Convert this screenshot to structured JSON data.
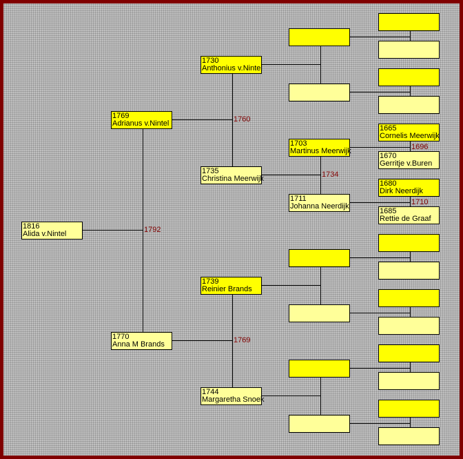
{
  "colors": {
    "male": "#ffff00",
    "female": "#ffff99",
    "border": "#800000",
    "marriage_year": "#800000"
  },
  "generations": [
    [
      {
        "year": "1816",
        "name": "Alida v.Nintel",
        "color": "#ffff99",
        "marriage": "1792"
      }
    ],
    [
      {
        "year": "1769",
        "name": "Adrianus v.Nintel",
        "color": "#ffff00",
        "marriage": "1760"
      },
      {
        "year": "1770",
        "name": "Anna M Brands",
        "color": "#ffff99",
        "marriage": "1769"
      }
    ],
    [
      {
        "year": "1730",
        "name": "Anthonius v.Nintel",
        "color": "#ffff00",
        "marriage": ""
      },
      {
        "year": "1735",
        "name": "Christina Meerwijk",
        "color": "#ffff99",
        "marriage": "1734"
      },
      {
        "year": "1739",
        "name": "Reinier Brands",
        "color": "#ffff00",
        "marriage": ""
      },
      {
        "year": "1744",
        "name": "Margaretha Snoek",
        "color": "#ffff99",
        "marriage": ""
      }
    ],
    [
      {
        "year": "",
        "name": "",
        "color": "#ffff00",
        "marriage": ""
      },
      {
        "year": "",
        "name": "",
        "color": "#ffff99",
        "marriage": ""
      },
      {
        "year": "1703",
        "name": "Martinus Meerwijk",
        "color": "#ffff00",
        "marriage": "1696"
      },
      {
        "year": "1711",
        "name": "Johanna Neerdijk",
        "color": "#ffff99",
        "marriage": "1710"
      },
      {
        "year": "",
        "name": "",
        "color": "#ffff00",
        "marriage": ""
      },
      {
        "year": "",
        "name": "",
        "color": "#ffff99",
        "marriage": ""
      },
      {
        "year": "",
        "name": "",
        "color": "#ffff00",
        "marriage": ""
      },
      {
        "year": "",
        "name": "",
        "color": "#ffff99",
        "marriage": ""
      }
    ],
    [
      {
        "year": "",
        "name": "",
        "color": "#ffff00"
      },
      {
        "year": "",
        "name": "",
        "color": "#ffff99"
      },
      {
        "year": "",
        "name": "",
        "color": "#ffff00"
      },
      {
        "year": "",
        "name": "",
        "color": "#ffff99"
      },
      {
        "year": "1665",
        "name": "Cornelis Meerwijk",
        "color": "#ffff00"
      },
      {
        "year": "1670",
        "name": "Gerritje v.Buren",
        "color": "#ffff99"
      },
      {
        "year": "1680",
        "name": "Dirk Neerdijk",
        "color": "#ffff00"
      },
      {
        "year": "1685",
        "name": "Rettie de Graaf",
        "color": "#ffff99"
      },
      {
        "year": "",
        "name": "",
        "color": "#ffff00"
      },
      {
        "year": "",
        "name": "",
        "color": "#ffff99"
      },
      {
        "year": "",
        "name": "",
        "color": "#ffff00"
      },
      {
        "year": "",
        "name": "",
        "color": "#ffff99"
      },
      {
        "year": "",
        "name": "",
        "color": "#ffff00"
      },
      {
        "year": "",
        "name": "",
        "color": "#ffff99"
      },
      {
        "year": "",
        "name": "",
        "color": "#ffff00"
      },
      {
        "year": "",
        "name": "",
        "color": "#ffff99"
      }
    ]
  ]
}
